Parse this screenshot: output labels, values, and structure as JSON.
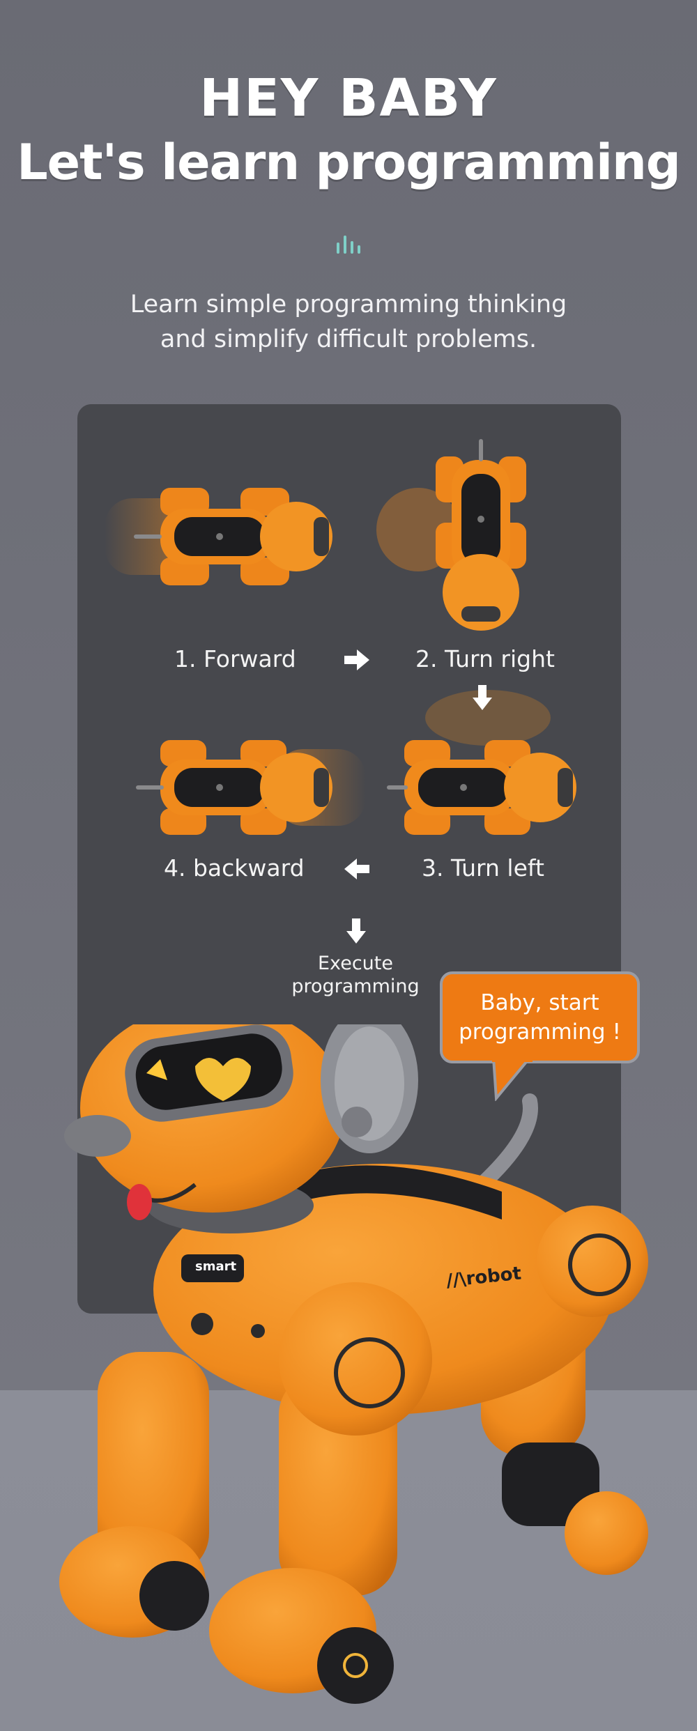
{
  "header": {
    "title_line1": "HEY BABY",
    "title_line2": "Let's learn programming",
    "subtitle_line1": "Learn simple programming thinking",
    "subtitle_line2": "and simplify difficult problems."
  },
  "steps": [
    {
      "label": "1. Forward"
    },
    {
      "label": "2. Turn right"
    },
    {
      "label": "3. Turn left"
    },
    {
      "label": "4. backward"
    }
  ],
  "execute": {
    "line1": "Execute",
    "line2": "programming"
  },
  "bubble": {
    "line1": "Baby, start",
    "line2": "programming !"
  },
  "robot": {
    "logo_text": "//\\robot",
    "badge_text": "smart"
  },
  "colors": {
    "background": "#6f7079",
    "panel": "#47484d",
    "robot_orange": "#f08a1c",
    "bubble_orange": "#ee7a13",
    "accent_teal": "#7fd0c8"
  },
  "icons": [
    "sound-wave-icon",
    "arrow-right-icon",
    "arrow-down-icon",
    "arrow-left-icon"
  ]
}
